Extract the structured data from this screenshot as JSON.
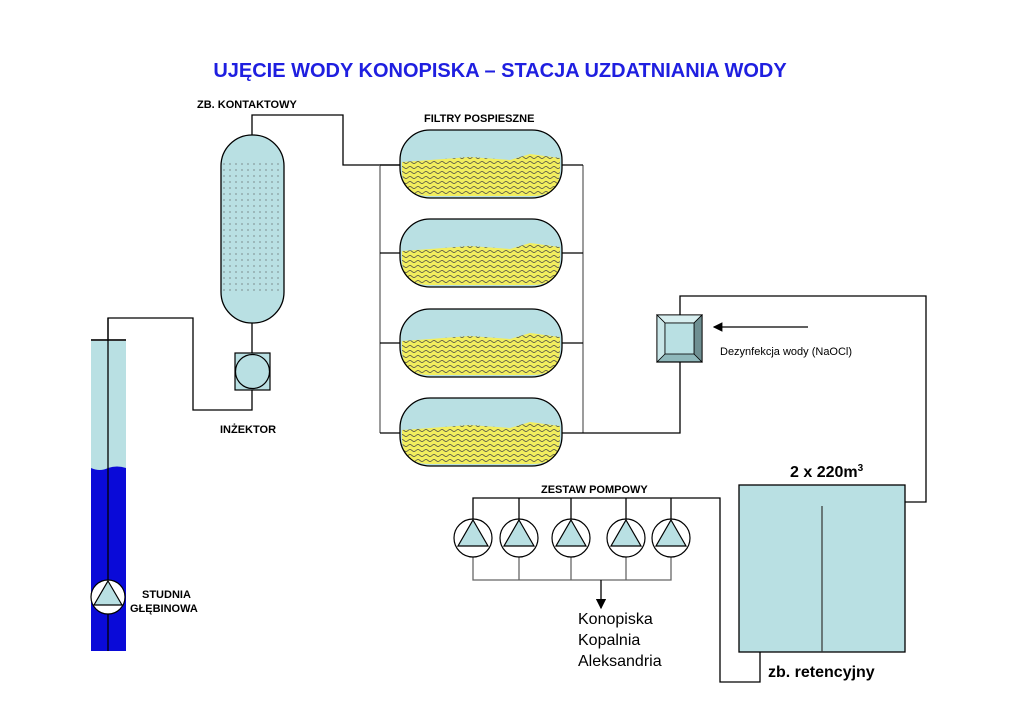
{
  "title": "UJĘCIE WODY KONOPISKA – STACJA UZDATNIANIA WODY",
  "labels": {
    "contact_tank": "ZB. KONTAKTOWY",
    "filters": "FILTRY POSPIESZNE",
    "injector": "INŻEKTOR",
    "well_line1": "STUDNIA",
    "well_line2": "GŁĘBINOWA",
    "pump_set": "ZESTAW POMPOWY",
    "disinfection": "Dezynfekcja wody (NaOCl)",
    "tank_capacity": "2 x 220m",
    "tank_capacity_sup": "3",
    "retention_tank": "zb. retencyjny",
    "destinations": [
      "Konopiska",
      "Kopalnia",
      "Aleksandria"
    ]
  },
  "colors": {
    "title": "#1f1fe0",
    "water_light": "#b9e0e3",
    "water_deep": "#0a0ad8",
    "sand": "#f2ee5e"
  }
}
